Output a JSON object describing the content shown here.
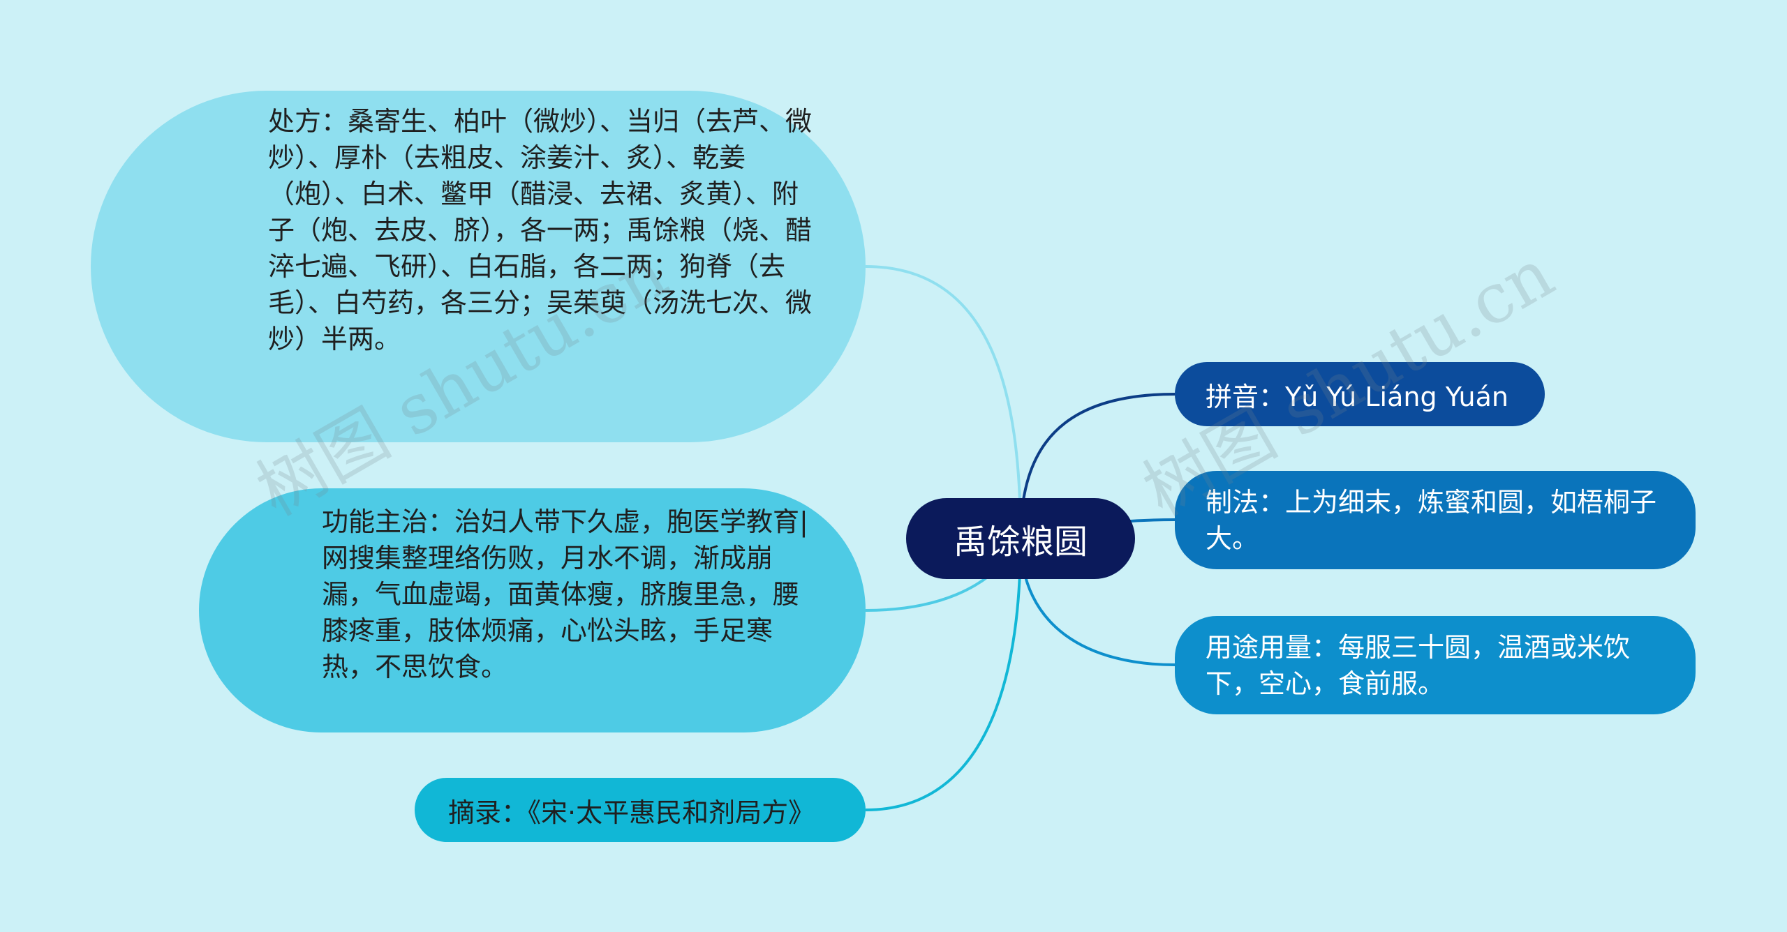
{
  "center": {
    "title": "禹馀粮圆"
  },
  "right_nodes": [
    {
      "text": "拼音：Yǔ Yú Liáng Yuán",
      "color": "#0c4c9c"
    },
    {
      "text": "制法：上为细末，炼蜜和圆，如梧桐子大。",
      "color": "#0a74bb"
    },
    {
      "text": "用途用量：每服三十圆，温酒或米饮下，空心，食前服。",
      "color": "#0d8fcc"
    }
  ],
  "left_nodes": [
    {
      "text": "处方：桑寄生、柏叶（微炒）、当归（去芦、微炒）、厚朴（去粗皮、涂姜汁、炙）、乾姜（炮）、白术、鳖甲（醋浸、去裙、炙黄）、附子（炮、去皮、脐），各一两；禹馀粮（烧、醋淬七遍、飞研）、白石脂，各二两；狗脊（去毛）、白芍药，各三分；吴茱萸（汤洗七次、微炒）半两。",
      "color": "#8fdfef"
    },
    {
      "text": "功能主治：治妇人带下久虚，胞医学教育|网搜集整理络伤败，月水不调，渐成崩漏，气血虚竭，面黄体瘦，脐腹里急，腰膝疼重，肢体烦痛，心忪头眩，手足寒热，不思饮食。",
      "color": "#4ecbe5"
    },
    {
      "text": "摘录：《宋·太平惠民和剂局方》",
      "color": "#11b7d6"
    }
  ],
  "watermark": "树图 shutu.cn"
}
